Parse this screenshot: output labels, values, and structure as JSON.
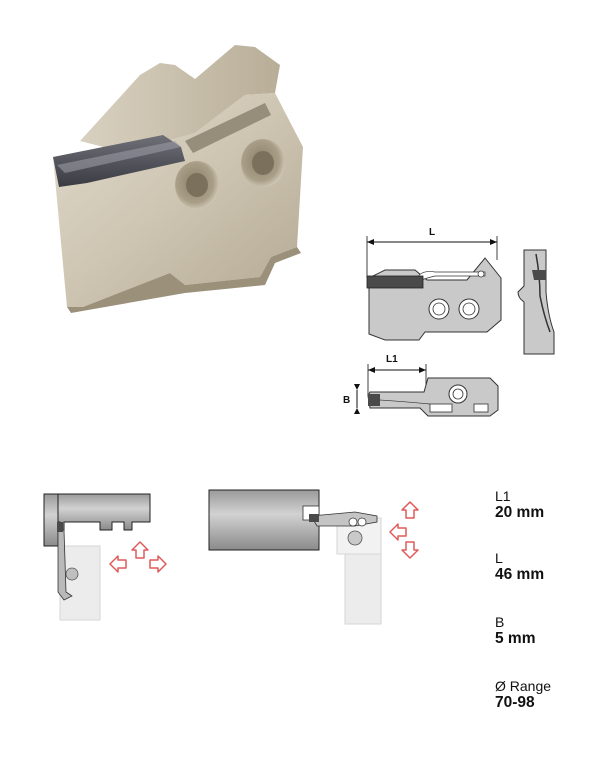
{
  "drawing": {
    "dim_L": "L",
    "dim_L1": "L1",
    "dim_B": "B"
  },
  "specs": [
    {
      "label": "L1",
      "value": "20 mm"
    },
    {
      "label": "L",
      "value": "46 mm"
    },
    {
      "label": "B",
      "value": "5 mm"
    },
    {
      "label": "Ø Range",
      "value": "70-98"
    }
  ],
  "colors": {
    "accent_arrow": "#e05a5a",
    "body_gray": "#bdbdbd",
    "tool_metal": "#cfc6b4"
  }
}
